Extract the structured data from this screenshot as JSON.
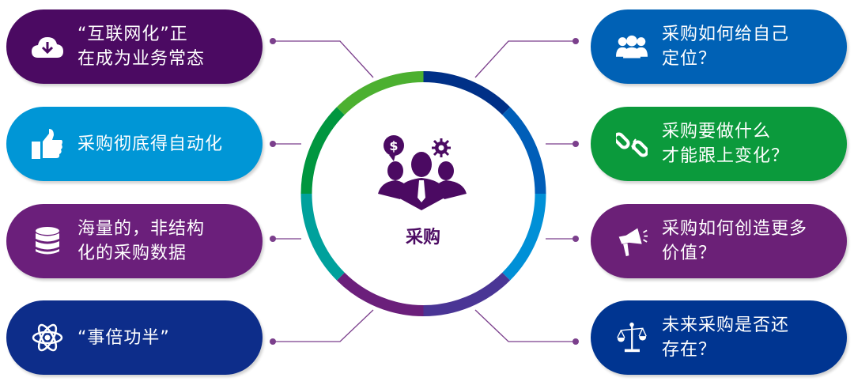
{
  "center": {
    "label": "采购",
    "icon": "business-people-icon"
  },
  "left_items": [
    {
      "lines": [
        "“互联网化”正",
        "在成为业务常态"
      ],
      "icon": "cloud-download-icon",
      "color": "#4b0a62"
    },
    {
      "lines": [
        "采购彻底得自动化"
      ],
      "icon": "thumbs-up-icon",
      "color": "#0096d6"
    },
    {
      "lines": [
        "海量的，非结构",
        "化的采购数据"
      ],
      "icon": "database-icon",
      "color": "#6b1f7b"
    },
    {
      "lines": [
        "“事倍功半”"
      ],
      "icon": "atom-icon",
      "color": "#0d2d8a"
    }
  ],
  "right_items": [
    {
      "lines": [
        "采购如何给自己",
        "定位？"
      ],
      "icon": "people-group-icon",
      "color": "#0061b5"
    },
    {
      "lines": [
        "采购要做什么",
        "才能跟上变化？"
      ],
      "icon": "broken-chain-icon",
      "color": "#0b9a3c"
    },
    {
      "lines": [
        "采购如何创造更多",
        "价值？"
      ],
      "icon": "megaphone-icon",
      "color": "#6b2077"
    },
    {
      "lines": [
        "未来采购是否还",
        "存在？"
      ],
      "icon": "scales-icon",
      "color": "#003591"
    }
  ],
  "ring_colors": [
    "#003087",
    "#005eb8",
    "#0090d7",
    "#4a3595",
    "#6b1f7b",
    "#00a19c",
    "#00963f",
    "#4cb030"
  ],
  "connector_color": "#7b3f8c"
}
